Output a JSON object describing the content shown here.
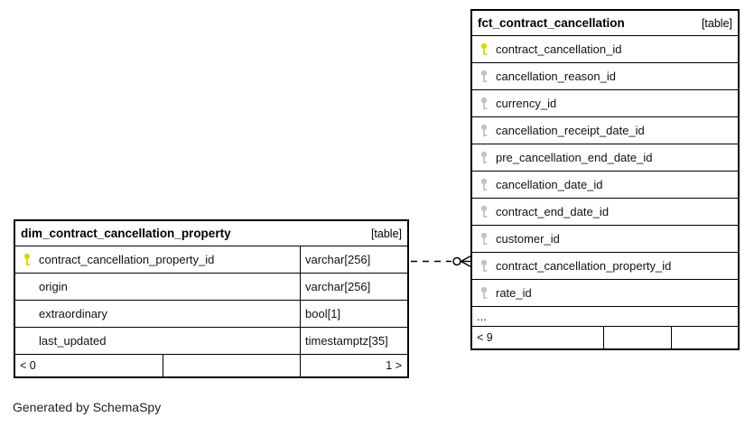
{
  "page": {
    "background": "#ffffff",
    "footer_note": "Generated by SchemaSpy"
  },
  "colors": {
    "border": "#000000",
    "primary_key_icon": "#d9d900",
    "foreign_key_icon": "#c3c3c3",
    "text": "#111111"
  },
  "tables": {
    "dim": {
      "title": "dim_contract_cancellation_property",
      "badge": "[table]",
      "columns": [
        {
          "name": "contract_cancellation_property_id",
          "type": "varchar[256]",
          "key": "primary"
        },
        {
          "name": "origin",
          "type": "varchar[256]",
          "key": "none"
        },
        {
          "name": "extraordinary",
          "type": "bool[1]",
          "key": "none"
        },
        {
          "name": "last_updated",
          "type": "timestamptz[35]",
          "key": "none"
        }
      ],
      "footer": {
        "left": "< 0",
        "middle": "",
        "right": "1 >"
      }
    },
    "fct": {
      "title": "fct_contract_cancellation",
      "badge": "[table]",
      "columns": [
        {
          "name": "contract_cancellation_id",
          "key": "primary"
        },
        {
          "name": "cancellation_reason_id",
          "key": "foreign"
        },
        {
          "name": "currency_id",
          "key": "foreign"
        },
        {
          "name": "cancellation_receipt_date_id",
          "key": "foreign"
        },
        {
          "name": "pre_cancellation_end_date_id",
          "key": "foreign"
        },
        {
          "name": "cancellation_date_id",
          "key": "foreign"
        },
        {
          "name": "contract_end_date_id",
          "key": "foreign"
        },
        {
          "name": "customer_id",
          "key": "foreign"
        },
        {
          "name": "contract_cancellation_property_id",
          "key": "foreign"
        },
        {
          "name": "rate_id",
          "key": "foreign"
        }
      ],
      "ellipsis": "...",
      "footer": {
        "left": "< 9",
        "middle": "",
        "right": ""
      }
    }
  },
  "relationship": {
    "from_table": "dim_contract_cancellation_property",
    "from_column": "contract_cancellation_property_id",
    "to_table": "fct_contract_cancellation",
    "to_column": "contract_cancellation_property_id",
    "line_style": "dashed",
    "end_symbol": "zero-or-many"
  }
}
